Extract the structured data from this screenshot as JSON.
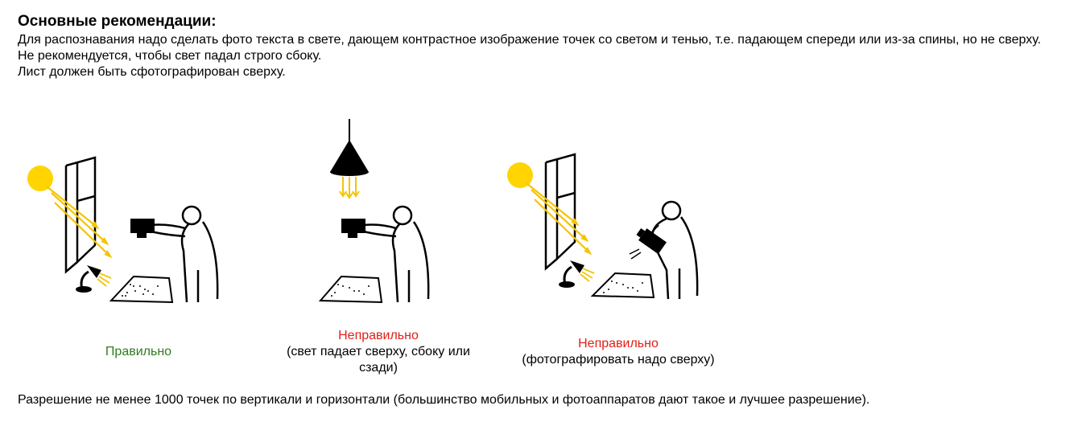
{
  "recommendations": {
    "title": "Основные рекомендации:",
    "lines": [
      "Для распознавания надо сделать фото текста в свете, дающем контрастное изображение точек со светом и тенью, т.е. падающем спереди или из-за спины, но не сверху.",
      "Не рекомендуется, чтобы свет падал строго сбоку.",
      "Лист должен быть сфотографирован сверху."
    ]
  },
  "examples": [
    {
      "status": "Правильно",
      "note": "",
      "status_color": "#2e7d1e"
    },
    {
      "status": "Неправильно",
      "note": "(свет падает сверху, сбоку или сзади)",
      "status_color": "#e11d14"
    },
    {
      "status": "Неправильно",
      "note": "(фотографировать надо сверху)",
      "status_color": "#e11d14"
    }
  ],
  "footer_note": "Разрешение не менее 1000 точек по вертикали и горизонтали (большинство мобильных и фотоаппаратов дают такое и лучшее разрешение).",
  "colors": {
    "sun": "#ffd400",
    "ray": "#f5c400",
    "ink": "#000000"
  }
}
